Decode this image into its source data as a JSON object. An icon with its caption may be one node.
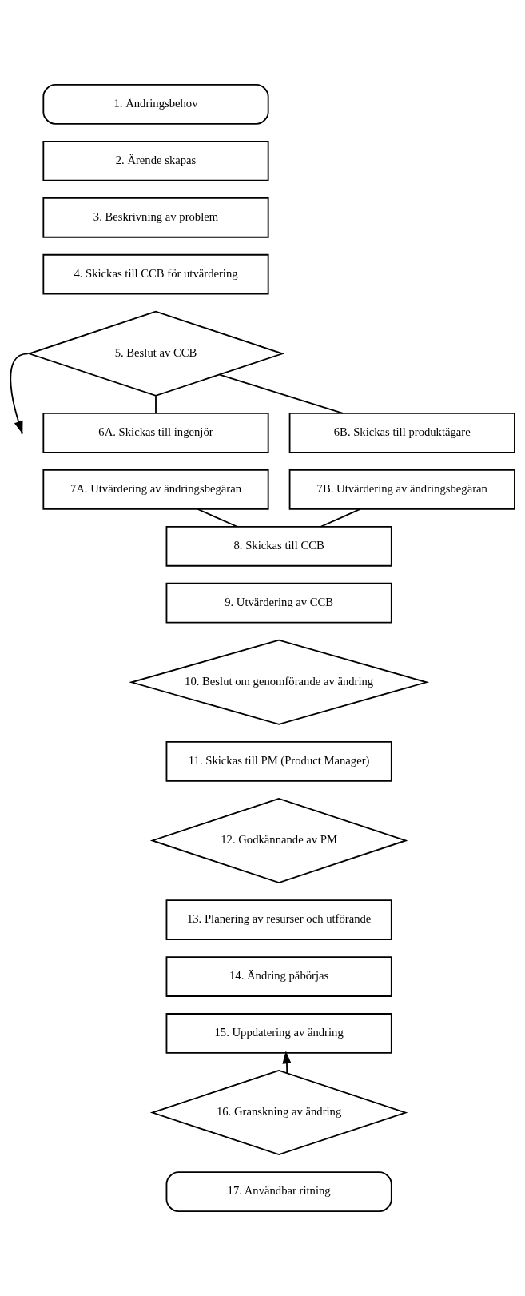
{
  "diagram": {
    "nodes": [
      {
        "text": [
          "1. Ändringsbehov"
        ]
      },
      {
        "text": [
          "2. Ärende skapas"
        ]
      },
      {
        "text": [
          "3. Beskrivning av problem"
        ]
      },
      {
        "text": [
          "4. Skickas till CCB för utvärdering"
        ]
      },
      {
        "text": [
          "5. Beslut av CCB"
        ]
      },
      {
        "text": [
          "6A. Skickas till ingenjör"
        ]
      },
      {
        "text": [
          "6B. Skickas till produktägare"
        ]
      },
      {
        "text": [
          "7A. Utvärdering av ändringsbegäran"
        ]
      },
      {
        "text": [
          "7B. Utvärdering av ändringsbegäran"
        ]
      },
      {
        "text": [
          "8. Skickas till CCB"
        ]
      },
      {
        "text": [
          "9. Utvärdering av CCB"
        ]
      },
      {
        "text": [
          "10. Beslut om genomförande av ändring"
        ]
      },
      {
        "text": [
          "11. Skickas till PM (Product Manager)"
        ]
      },
      {
        "text": [
          "12. Godkännande av PM"
        ]
      },
      {
        "text": [
          "13. Planering av resurser och utförande"
        ]
      },
      {
        "text": [
          "14. Ändring påbörjas"
        ]
      },
      {
        "text": [
          "15. Uppdatering av ändring"
        ]
      },
      {
        "text": [
          "16. Granskning av ändring"
        ]
      },
      {
        "text": [
          "17. Användbar ritning"
        ]
      }
    ],
    "edges": [
      {
        "from": 4,
        "to": null,
        "arrow": "to"
      },
      {
        "from": 4,
        "to": 5,
        "arrow": "none"
      },
      {
        "from": 4,
        "to": 6,
        "arrow": "none"
      },
      {
        "from": 7,
        "to": 9,
        "arrow": "none"
      },
      {
        "from": 8,
        "to": 9,
        "arrow": "none"
      },
      {
        "from": 17,
        "to": 16,
        "arrow": "to"
      }
    ]
  }
}
